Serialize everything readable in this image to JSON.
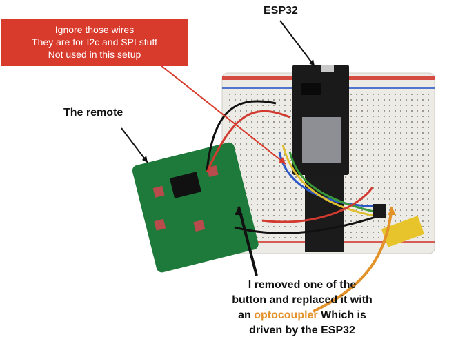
{
  "annotations": {
    "esp32_label": "ESP32",
    "remote_label": "The remote",
    "wires_note": {
      "line1": "Ignore those wires",
      "line2": "They are for I2c and SPI stuff",
      "line3": "Not used in this setup"
    },
    "optocoupler_note": {
      "line1": "I removed one of the",
      "line2": "button and replaced it with",
      "line3_prefix": "an",
      "line3_highlight": "optocoupler",
      "line3_suffix": "Which is",
      "line4": "driven by the ESP32"
    }
  },
  "colors": {
    "note_background": "#d83a2c",
    "highlight": "#e3922a",
    "pcb_green": "#1e7a3a",
    "breadboard": "#ecebe6"
  }
}
